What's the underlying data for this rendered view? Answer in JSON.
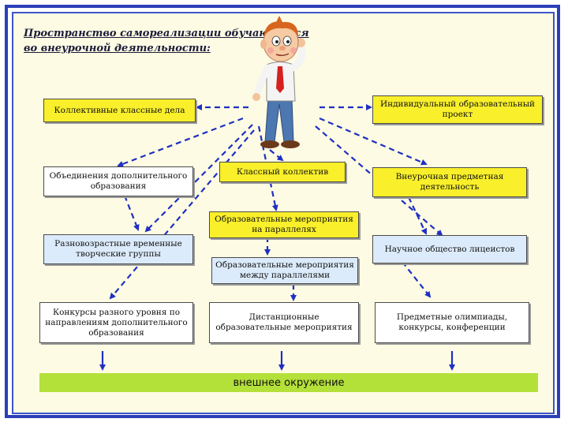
{
  "title": {
    "line1": "Пространство самореализации обучающихся",
    "line2": "во внеурочной деятельности:"
  },
  "nodes": {
    "collective_class_affairs": "Коллективные классные дела",
    "individual_project": "Индивидуальный образовательный проект",
    "additional_education_associations": "Объединения дополнительного образования",
    "class_collective": "Классный коллектив",
    "extracurricular_subject_activity": "Внеурочная предметная деятельность",
    "parallel_events": "Образовательные мероприятия на параллелях",
    "mixed_age_groups": "Разновозрастные временные творческие группы",
    "scientific_society": "Научное общество лицеистов",
    "between_parallels_events": "Образовательные мероприятия между параллелями",
    "contests": "Конкурсы разного уровня по направлениям дополнительного образования",
    "distance_events": "Дистанционные образовательные мероприятия",
    "olympiads": "Предметные олимпиады, конкурсы, конференции"
  },
  "external_environment": "внешнее окружение",
  "colors": {
    "frame": "#2a3fb8",
    "background": "#fdfbe3",
    "yellow_box": "#f9ef2a",
    "blue_box": "#dcebfb",
    "arrow": "#1f2fc4",
    "bar": "#b4e03a"
  },
  "illustration": "cartoon-boy-thinking"
}
